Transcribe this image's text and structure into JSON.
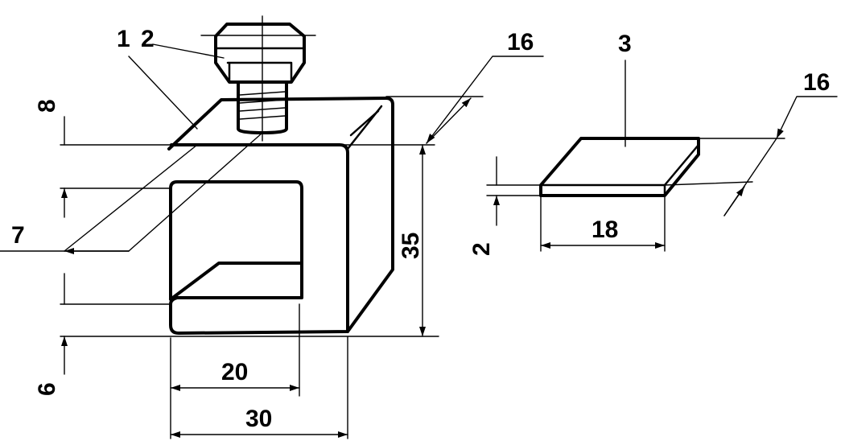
{
  "labels": {
    "part1": "1",
    "part2": "2",
    "part3": "3",
    "dim_16_clamp": "16",
    "dim_16_plate": "16",
    "dim_8": "8",
    "dim_7": "7",
    "dim_35": "35",
    "dim_6": "6",
    "dim_20": "20",
    "dim_30": "30",
    "dim_2": "2",
    "dim_18": "18"
  }
}
